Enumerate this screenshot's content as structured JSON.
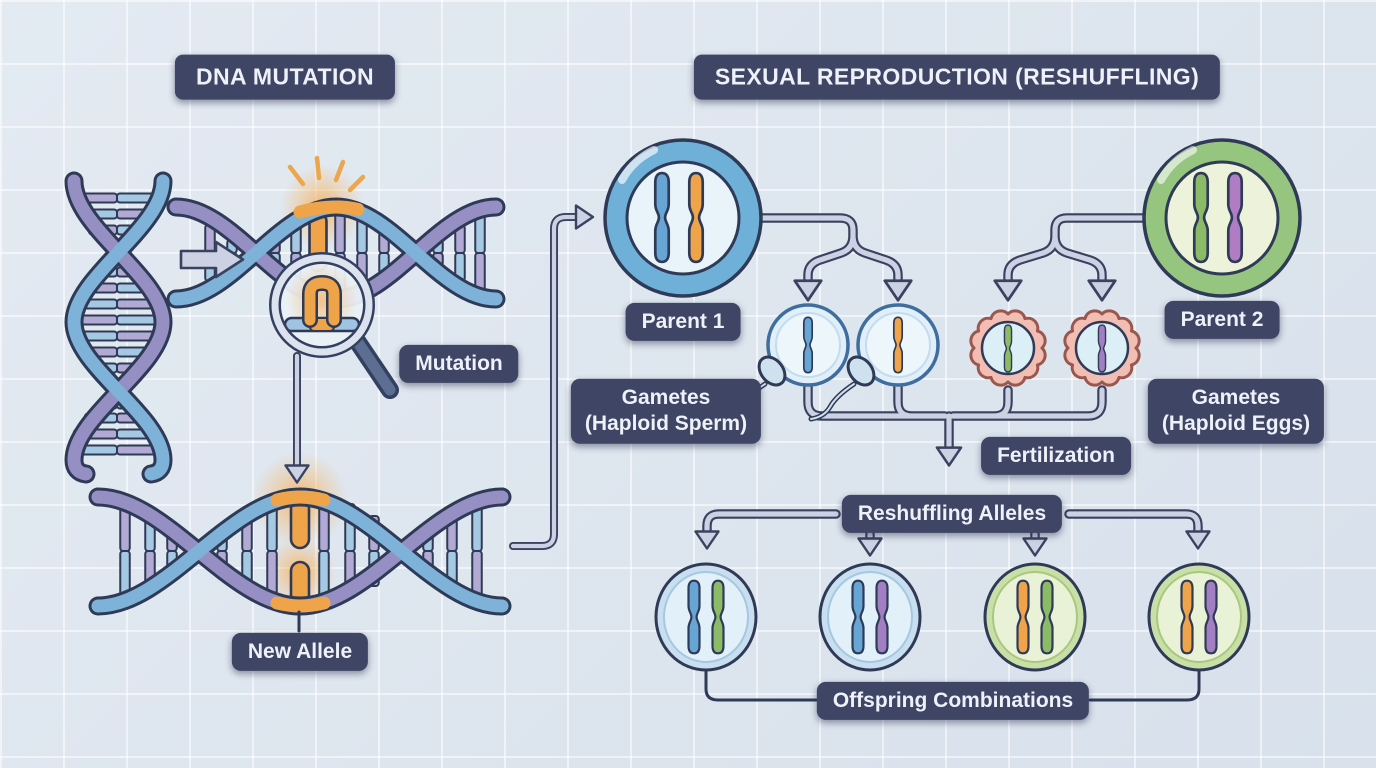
{
  "titles": {
    "left": "DNA MUTATION",
    "right": "SEXUAL REPRODUCTION (RESHUFFLING)"
  },
  "labels": {
    "mutation": "Mutation",
    "new_allele": "New Allele",
    "parent1": "Parent 1",
    "parent2": "Parent 2",
    "gametes_sperm_line1": "Gametes",
    "gametes_sperm_line2": "(Haploid Sperm)",
    "gametes_eggs_line1": "Gametes",
    "gametes_eggs_line2": "(Haploid Eggs)",
    "fertilization": "Fertilization",
    "reshuffling": "Reshuffling Alleles",
    "offspring": "Offspring Combinations"
  },
  "icons": {
    "dna": "dna-helix-icon",
    "magnifier": "magnifier-icon",
    "sperm": "sperm-icon",
    "egg": "egg-icon",
    "arrow": "arrow-icon"
  },
  "colors": {
    "background": "#dde5ee",
    "grid": "#eef2f8",
    "label_bg": "#3e4565",
    "label_text": "#eef1f7",
    "outline": "#2f3a57",
    "pipe_fill": "#ccd2e4",
    "strand_blue": "#7eb2d8",
    "strand_purple": "#958fc3",
    "rung_blue": "#a6c9e3",
    "rung_purple": "#b2aad5",
    "mutation_orange": "#f0a449",
    "glow": "#f7b159",
    "magnifier_handle": "#5d6e93"
  },
  "cells": {
    "parent1": {
      "label": "Parent 1",
      "ring": "#6fb0d9",
      "inner": "#e9f3fa",
      "chromosomes": [
        "#66a5d4",
        "#f0a449"
      ]
    },
    "parent2": {
      "label": "Parent 2",
      "ring": "#95c57e",
      "inner": "#edf3da",
      "chromosomes": [
        "#8cbb68",
        "#b07cc4"
      ]
    },
    "sperm_gametes": {
      "border": "#3f6e9e",
      "fill": "#e0eff9",
      "inner": "#ecf6fb",
      "chromosomes": [
        "#66a5d4",
        "#f0a449"
      ]
    },
    "egg_gametes": {
      "ring": "#f2bdb2",
      "ring_border": "#99574e",
      "fill": "#dceef6",
      "chromosomes": [
        "#8cbb68",
        "#a27fc2"
      ]
    },
    "offspring": [
      {
        "shell": "#c9dff0",
        "fill": "#e2f0fa",
        "chromosomes": [
          "#66a5d4",
          "#8cbb68"
        ]
      },
      {
        "shell": "#c9dff0",
        "fill": "#e2f0fa",
        "chromosomes": [
          "#66a5d4",
          "#a27fc2"
        ]
      },
      {
        "shell": "#c9dfa8",
        "fill": "#e9f2d6",
        "chromosomes": [
          "#f0a449",
          "#8cbb68"
        ]
      },
      {
        "shell": "#c9dfa8",
        "fill": "#e9f2d6",
        "chromosomes": [
          "#f0a449",
          "#a27fc2"
        ]
      }
    ]
  }
}
